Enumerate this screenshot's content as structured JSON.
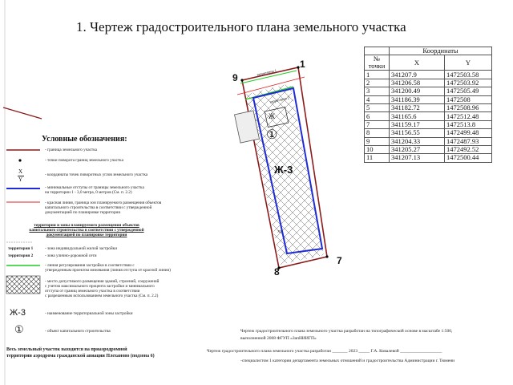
{
  "title": "1. Чертеж градостроительного плана земельного участка",
  "table": {
    "header_main": "Координаты",
    "col_num": "№ точки",
    "col_x": "X",
    "col_y": "Y",
    "rows": [
      {
        "n": "1",
        "x": "341207.9",
        "y": "1472503.58"
      },
      {
        "n": "2",
        "x": "341206.58",
        "y": "1472503.92"
      },
      {
        "n": "3",
        "x": "341200.49",
        "y": "1472505.49"
      },
      {
        "n": "4",
        "x": "341186.39",
        "y": "1472508"
      },
      {
        "n": "5",
        "x": "341182.72",
        "y": "1472508.96"
      },
      {
        "n": "6",
        "x": "341165.6",
        "y": "1472512.48"
      },
      {
        "n": "7",
        "x": "341159.17",
        "y": "1472513.8"
      },
      {
        "n": "8",
        "x": "341156.55",
        "y": "1472499.48"
      },
      {
        "n": "9",
        "x": "341204.33",
        "y": "1472487.93"
      },
      {
        "n": "10",
        "x": "341205.27",
        "y": "1472492.52"
      },
      {
        "n": "11",
        "x": "341207.13",
        "y": "1472500.44"
      }
    ]
  },
  "drawing": {
    "point_1": "1",
    "point_7": "7",
    "point_8": "8",
    "point_9": "9",
    "zone_label": "Ж-3",
    "building_label": "Ж",
    "object_symbol": "①",
    "territory_1": "территория 1",
    "territory_2": "территория 2",
    "small_label": "ХЗ"
  },
  "legend": {
    "title": "Условные обозначения:",
    "boundary": "- граница земельного участка",
    "turn_point": "- точки поворота границ земельного участка",
    "coords_symbol_x": "X",
    "coords_symbol_y": "Y",
    "coords": "- координаты точек поворотных углов земельного участка",
    "setbacks": "- минимальные отступы от границы земельного участка\nна территории 1 - 3,0 метра, 0 метров (См. п. 2.2)",
    "red_line": "- красная линия, граница зон планируемого размещения объектов\nкапитального строительства в соответствии с утвержденной\nдокументацией по планировке территории",
    "zones_heading": "территории и зоны планируемого размещения объектов\nкапитального строительства в соответствии с утвержденной\nдокументацией по планировке территории",
    "territory1_label": "территория 1",
    "territory1_desc": "- зона индивидуальной жилой застройки",
    "territory2_label": "территория 2",
    "territory2_desc": "- зона улично-дорожной сети",
    "green_line": "- линия регулирования застройки в соответствии с\nутвержденным проектом межевания (линия отступа от красной линии)",
    "hatch": "- место допустимого размещения зданий, строений, сооружений\nс учетом максимального процента застройки и минимального\nотступа от границ земельного участка в соответствии\nс разрешенным использованием земельного участка (См. п. 2.2)",
    "zone_symbol": "Ж-3",
    "zone_desc": "- наименование территориальной зоны застройки",
    "object_symbol": "①",
    "object_desc": "- объект капитального строительства",
    "note": "Весь земельный участок находится на приаэродромной\nтерритории аэродрома гражданской авиации Плеханово (подзона 6)"
  },
  "footer": {
    "line1": "Чертеж градостроительного плана земельного участка разработан на топографической основе в масштабе 1:500,",
    "line2": "выполненной 2008 ФГУП «ЗапНИИГП»",
    "line3": "Чертеж градостроительного плана земельного участка разработан _______ 2023 _____ Г.А. Ковалевой ___________________",
    "line4": "-специалистом 1 категории департамента земельных отношений и градостроительства Администрации г. Тюмени"
  },
  "colors": {
    "boundary": "#8b1a1a",
    "setback": "#1f2bd6",
    "green": "#22cc22",
    "red": "#e02020"
  }
}
